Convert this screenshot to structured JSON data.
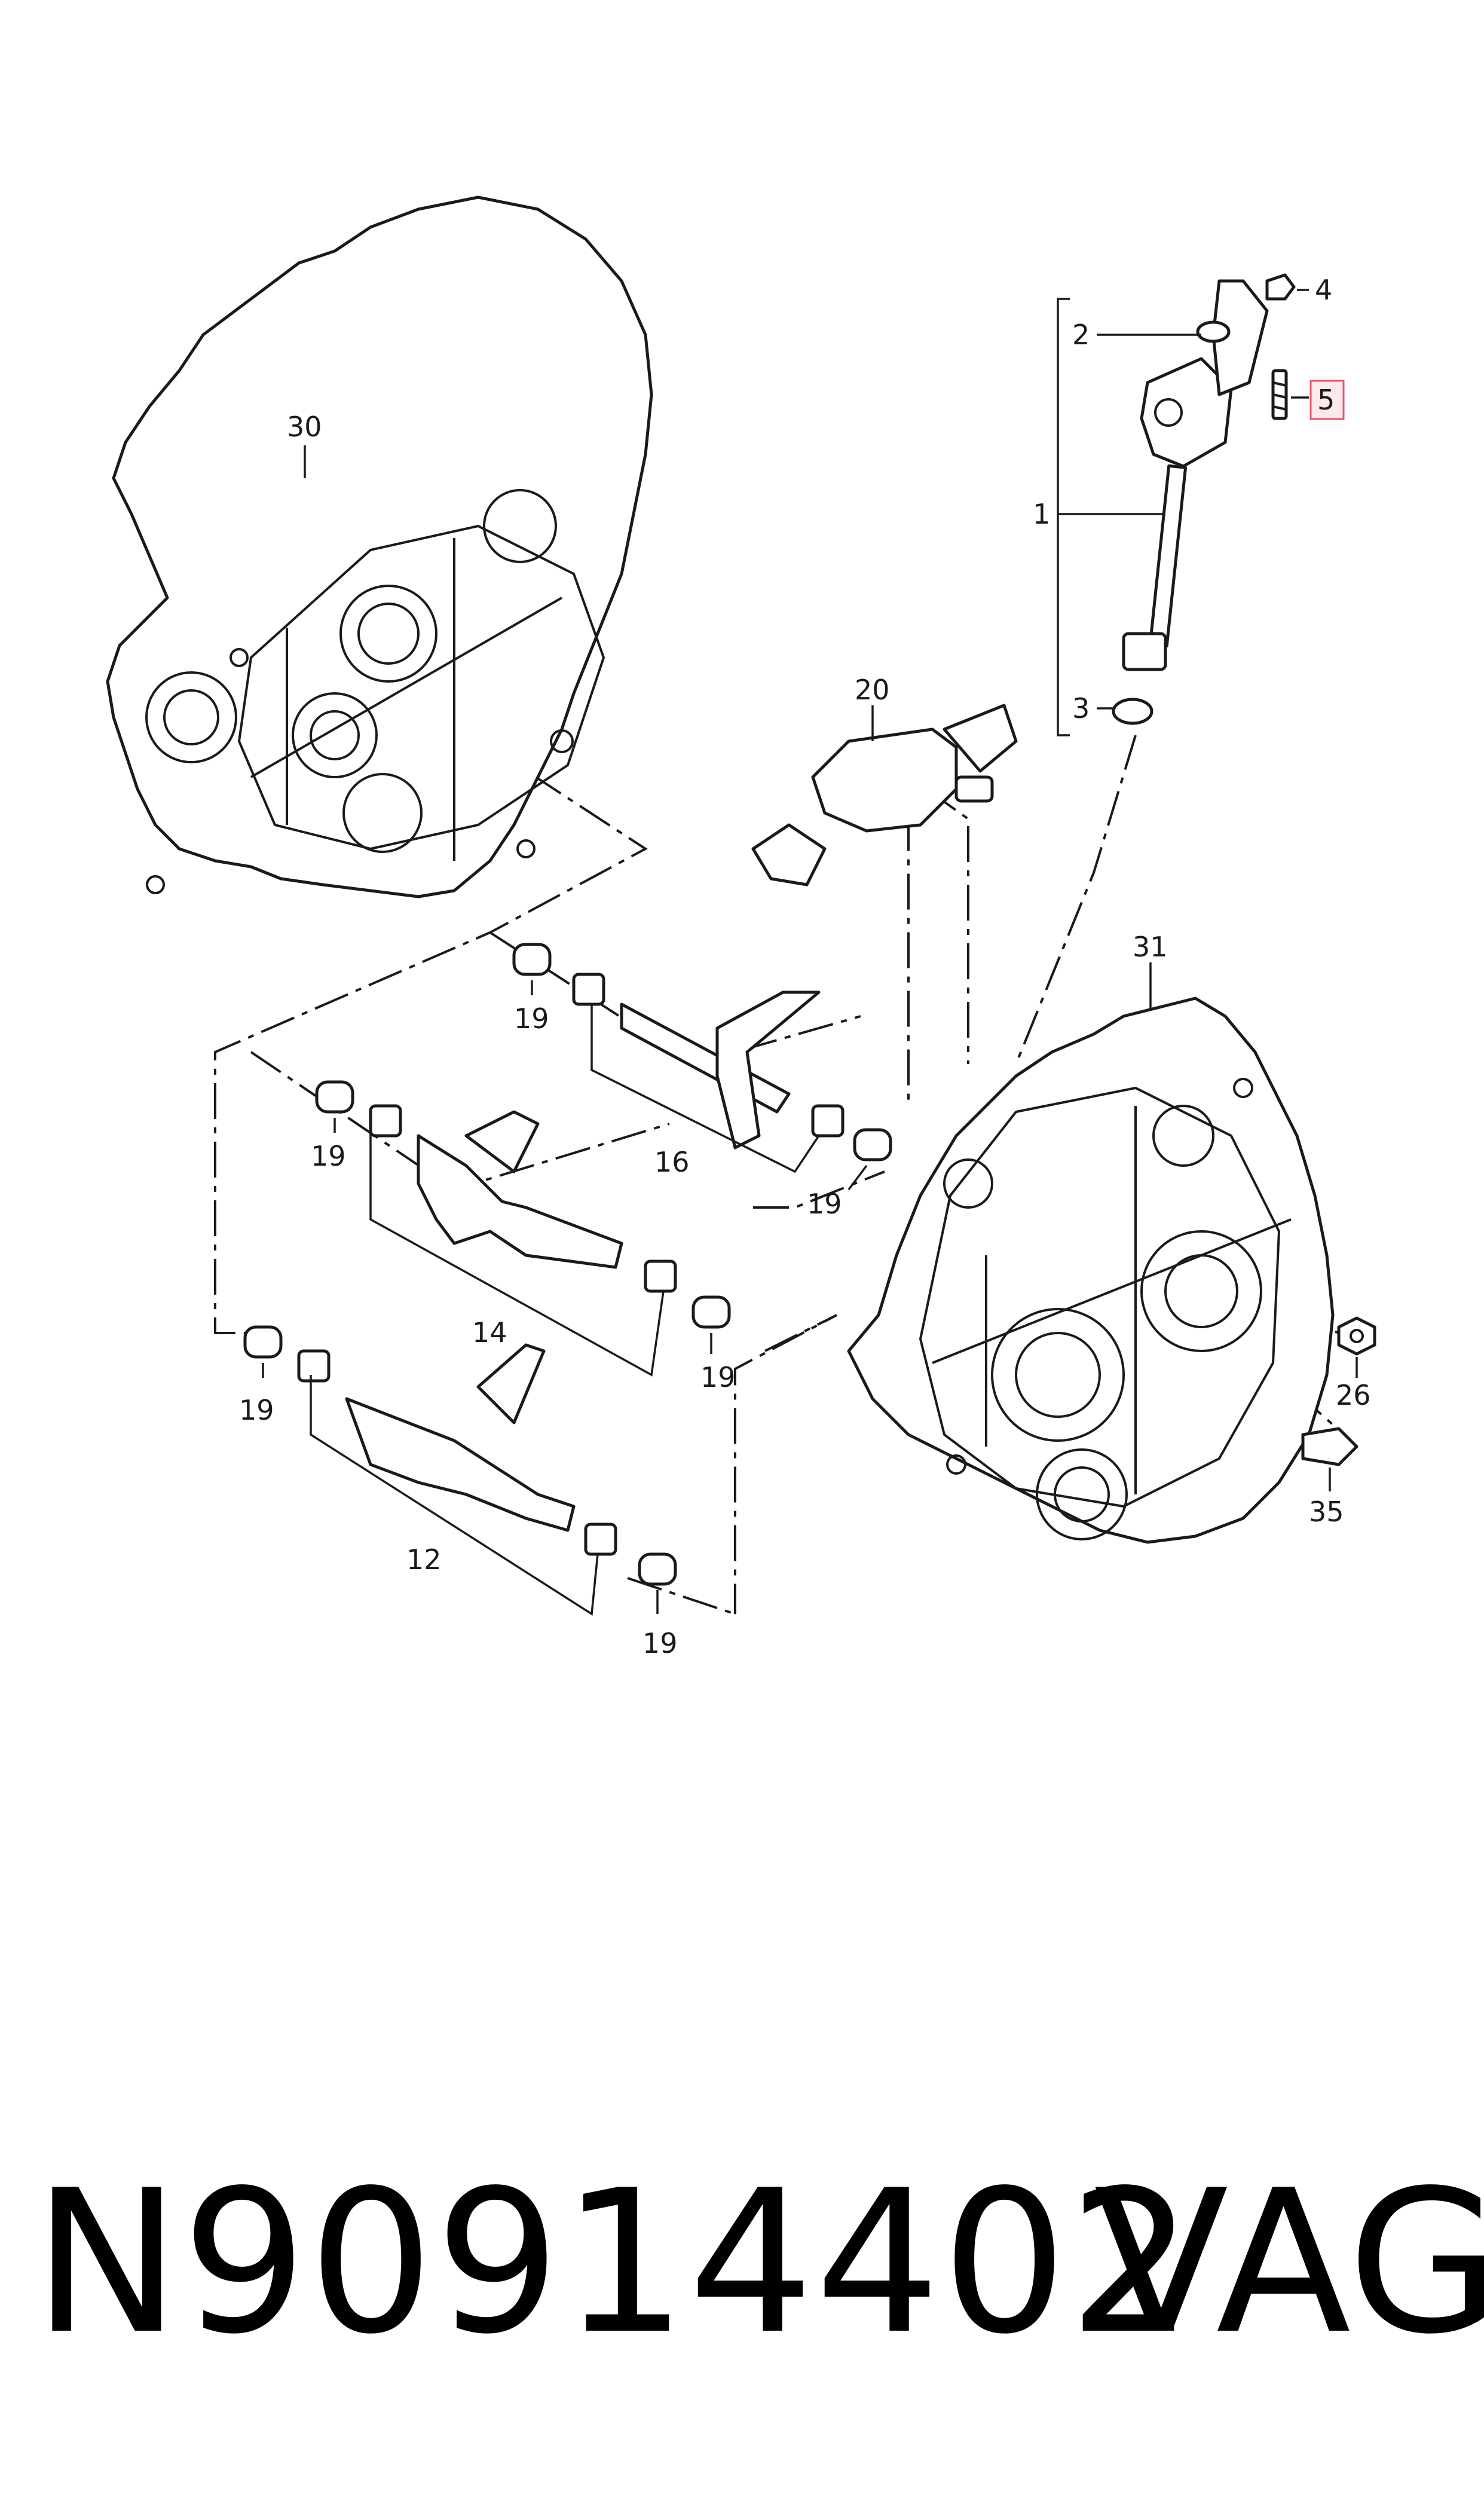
{
  "diagram": {
    "callouts": {
      "c1": "1",
      "c2": "2",
      "c3": "3",
      "c4": "4",
      "c5": "5",
      "c12": "12",
      "c14": "14",
      "c16": "16",
      "c19a": "19",
      "c19b": "19",
      "c19c": "19",
      "c19d": "19",
      "c19e": "19",
      "c19f": "19",
      "c20": "20",
      "c26": "26",
      "c30": "30",
      "c31": "31",
      "c35": "35"
    },
    "highlighted_callout": "5",
    "highlight_color": "#e05a6a"
  },
  "caption": {
    "part_number": "N90914402",
    "brand": "VAG"
  }
}
